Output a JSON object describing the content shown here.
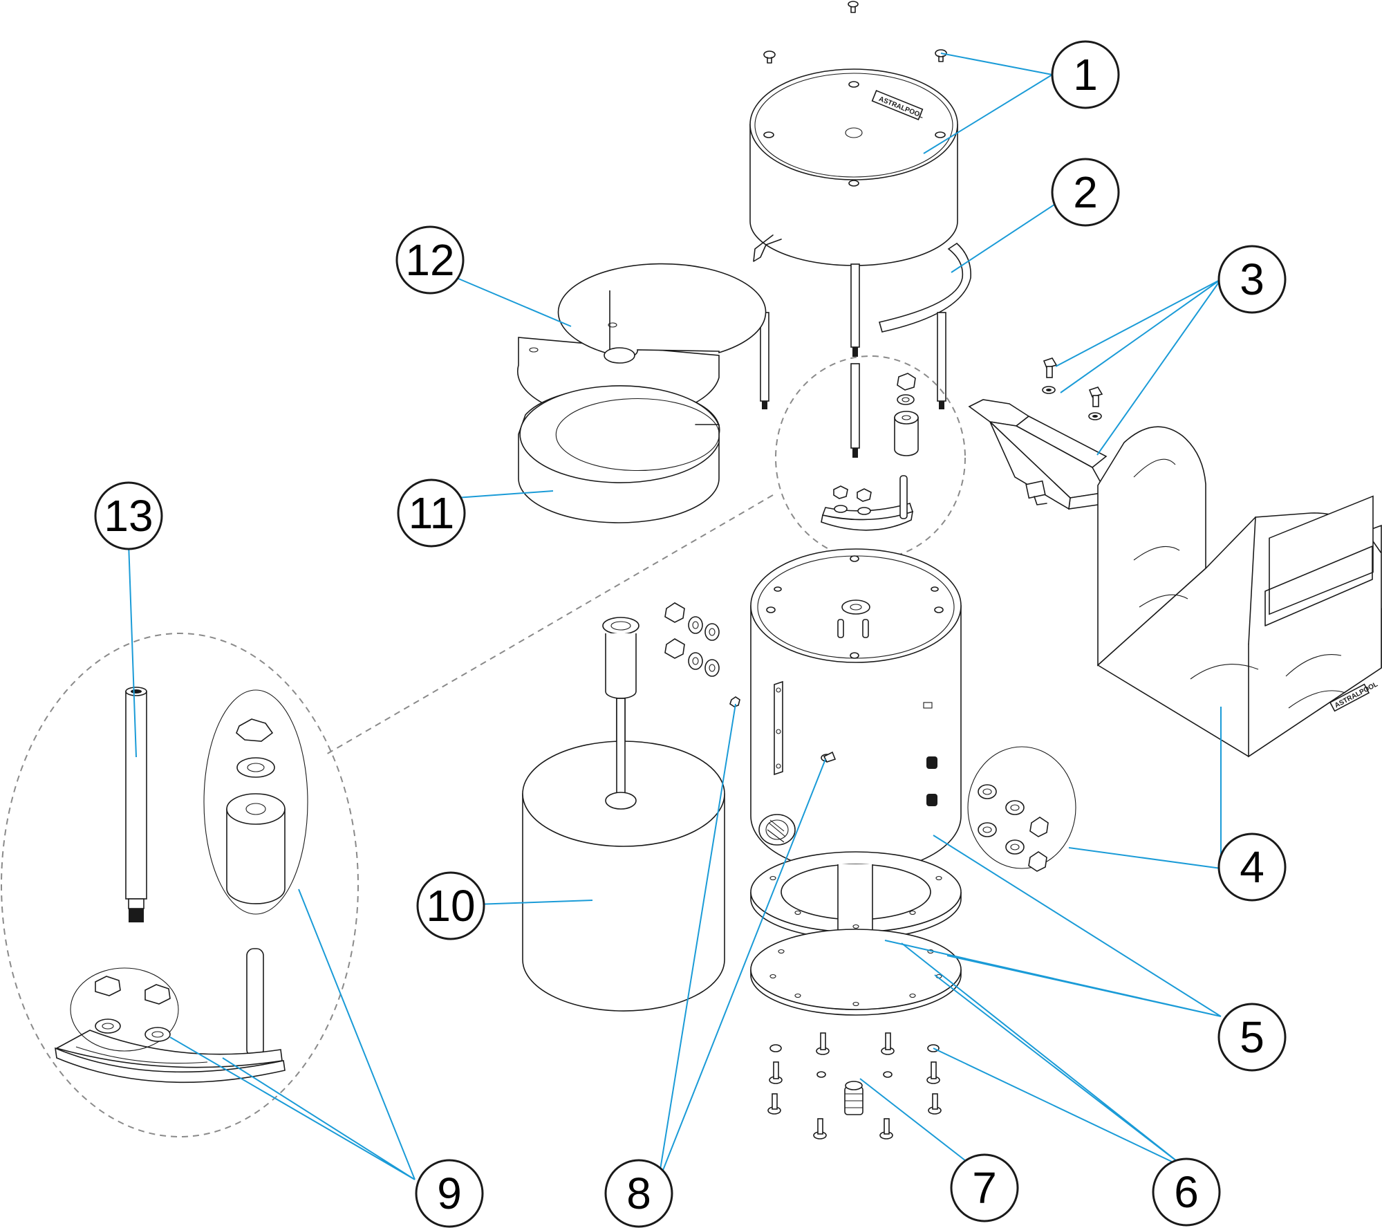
{
  "diagram": {
    "brand_label": "ASTRALPOOL",
    "callouts": [
      {
        "id": "callout-1",
        "number": "1"
      },
      {
        "id": "callout-2",
        "number": "2"
      },
      {
        "id": "callout-3",
        "number": "3"
      },
      {
        "id": "callout-4",
        "number": "4"
      },
      {
        "id": "callout-5",
        "number": "5"
      },
      {
        "id": "callout-6",
        "number": "6"
      },
      {
        "id": "callout-7",
        "number": "7"
      },
      {
        "id": "callout-8",
        "number": "8"
      },
      {
        "id": "callout-9",
        "number": "9"
      },
      {
        "id": "callout-10",
        "number": "10"
      },
      {
        "id": "callout-11",
        "number": "11"
      },
      {
        "id": "callout-12",
        "number": "12"
      },
      {
        "id": "callout-13",
        "number": "13"
      }
    ],
    "colors": {
      "leader": "#1a9bd7",
      "line": "#1a1a1a",
      "dashed_outline": "#8a8a8a"
    }
  }
}
